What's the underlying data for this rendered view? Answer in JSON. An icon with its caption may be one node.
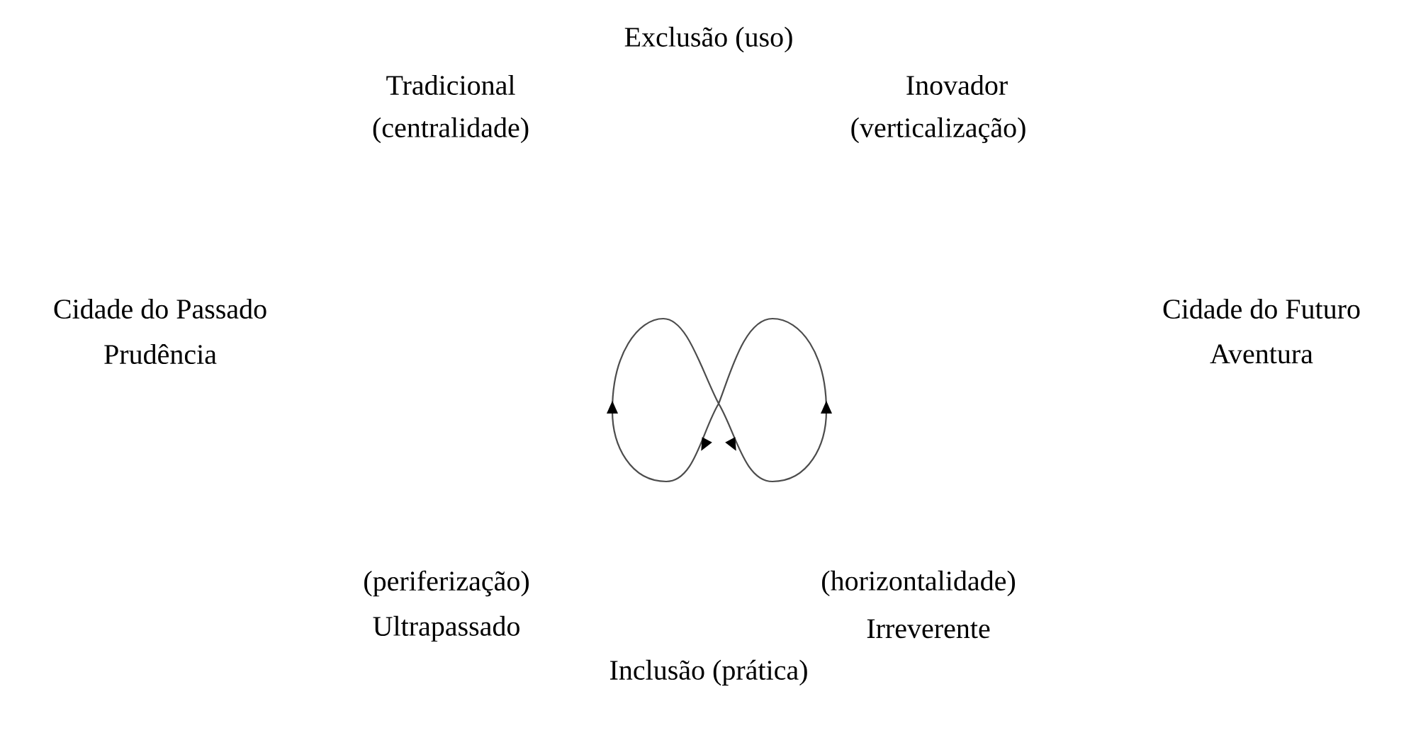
{
  "diagram": {
    "labels": [
      "Exclusão (uso)",
      "Tradicional",
      "(centralidade)",
      "Inovador",
      "(verticalização)",
      "Cidade do Passado",
      "Prudência",
      "Cidade do Futuro",
      "Aventura",
      "(periferização)",
      "Ultrapassado",
      "(horizontalidade)",
      "Irreverente",
      "Inclusão (prática)"
    ]
  }
}
